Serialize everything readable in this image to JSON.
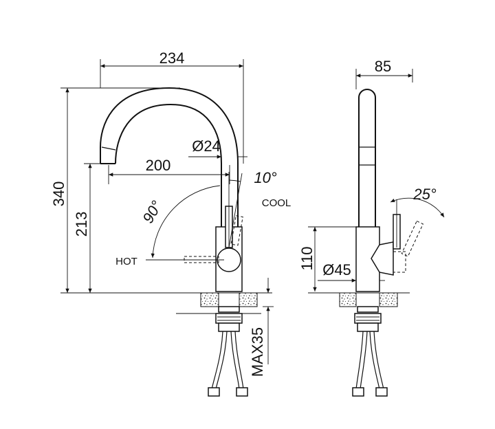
{
  "front_view": {
    "dim_width": "234",
    "dim_spout_reach": "200",
    "dim_diameter_spout": "Ø24",
    "dim_height_total": "340",
    "dim_height_spout": "213",
    "angle_cool": "10°",
    "label_cool": "COOL",
    "angle_hot": "90°",
    "label_hot": "HOT",
    "dim_max_thickness": "MAX35"
  },
  "side_view": {
    "dim_depth": "85",
    "angle_handle": "25°",
    "dim_body_height": "110",
    "dim_body_diameter": "Ø45"
  }
}
